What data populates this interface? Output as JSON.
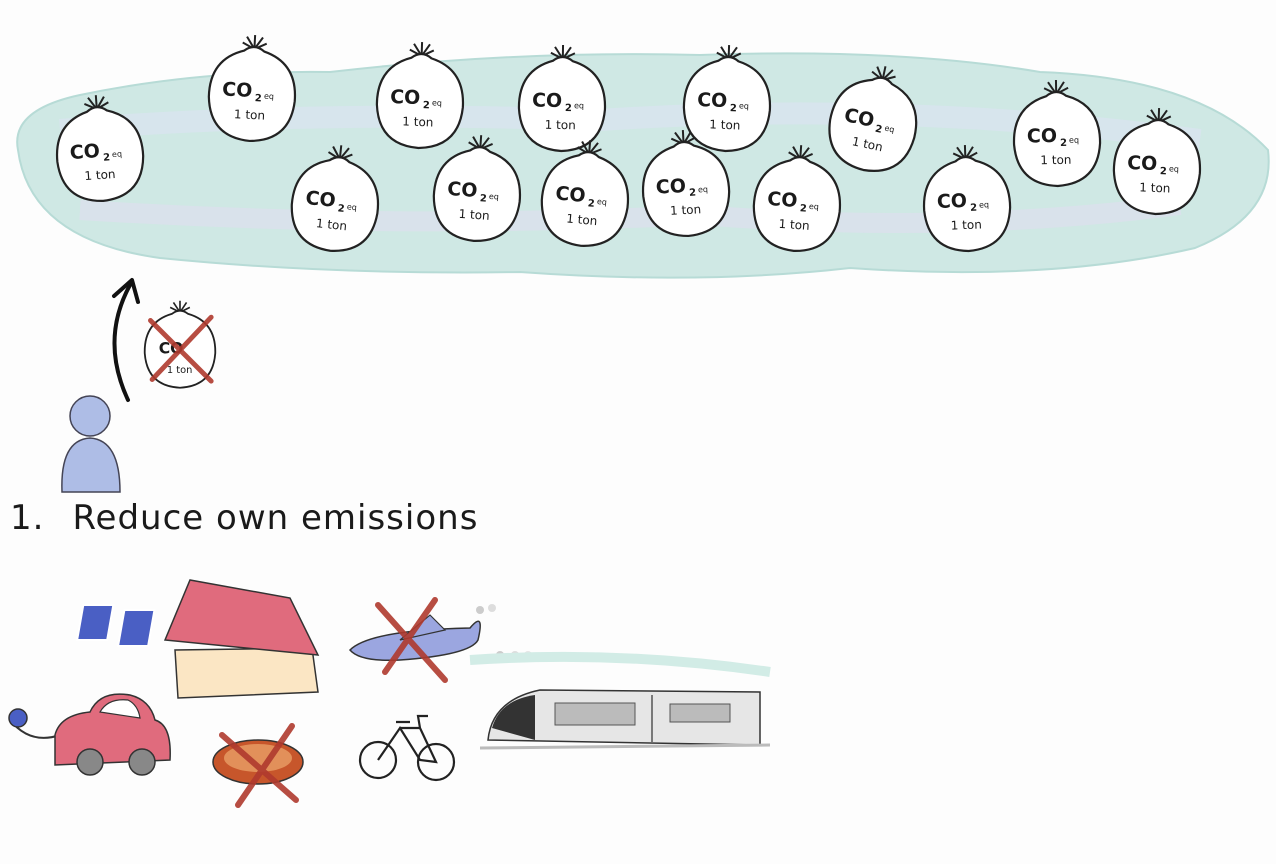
{
  "co2_bag": {
    "formula": "CO",
    "subscript": "2",
    "suffix": "eq",
    "amount": "1 ton"
  },
  "removed_bag": {
    "formula": "CO",
    "amount": "1 ton"
  },
  "step": {
    "number": "1.",
    "title": "Reduce own emissions"
  },
  "colors": {
    "cloud": "#cfe8e4",
    "person": "#aebde6",
    "cross": "#b03a2e",
    "car": "#e06b7d",
    "house_wall": "#fbe6c4",
    "house_roof": "#e06b7d",
    "plane": "#9ba6e0"
  },
  "icons": [
    "cloud",
    "co2-bag-icon",
    "arrow-up-icon",
    "person-icon",
    "electric-car-icon",
    "solar-house-icon",
    "meat-icon",
    "plane-icon",
    "bicycle-icon",
    "train-icon"
  ]
}
